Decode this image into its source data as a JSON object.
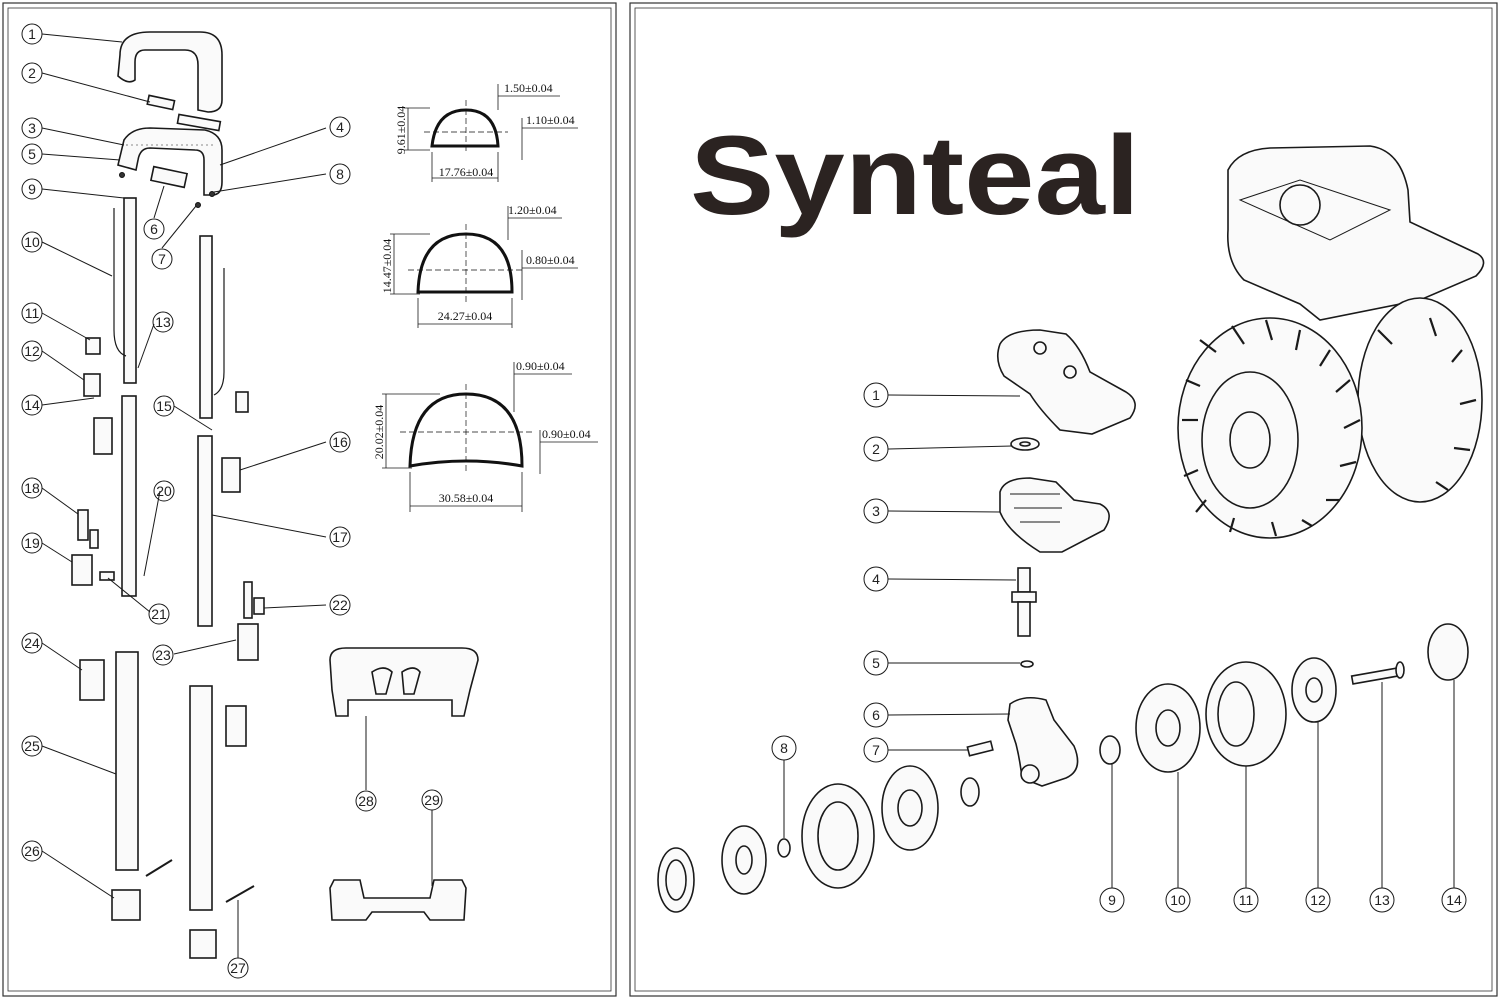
{
  "brand": {
    "name": "Synteal"
  },
  "left_panel": {
    "callouts": [
      {
        "label": "1"
      },
      {
        "label": "2"
      },
      {
        "label": "3"
      },
      {
        "label": "4"
      },
      {
        "label": "5"
      },
      {
        "label": "6"
      },
      {
        "label": "7"
      },
      {
        "label": "8"
      },
      {
        "label": "9"
      },
      {
        "label": "10"
      },
      {
        "label": "11"
      },
      {
        "label": "12"
      },
      {
        "label": "13"
      },
      {
        "label": "14"
      },
      {
        "label": "15"
      },
      {
        "label": "16"
      },
      {
        "label": "17"
      },
      {
        "label": "18"
      },
      {
        "label": "19"
      },
      {
        "label": "20"
      },
      {
        "label": "21"
      },
      {
        "label": "22"
      },
      {
        "label": "23"
      },
      {
        "label": "24"
      },
      {
        "label": "25"
      },
      {
        "label": "26"
      },
      {
        "label": "27"
      },
      {
        "label": "28"
      },
      {
        "label": "29"
      }
    ],
    "profiles": [
      {
        "height": "9.61±0.04",
        "width": "17.76±0.04",
        "wall_outer": "1.50±0.04",
        "wall_inner": "1.10±0.04"
      },
      {
        "height": "14.47±0.04",
        "width": "24.27±0.04",
        "wall_outer": "1.20±0.04",
        "wall_inner": "0.80±0.04"
      },
      {
        "height": "20.02±0.04",
        "width": "30.58±0.04",
        "wall_outer": "0.90±0.04",
        "wall_inner": "0.90±0.04"
      }
    ]
  },
  "right_panel": {
    "callouts": [
      {
        "label": "1"
      },
      {
        "label": "2"
      },
      {
        "label": "3"
      },
      {
        "label": "4"
      },
      {
        "label": "5"
      },
      {
        "label": "6"
      },
      {
        "label": "7"
      },
      {
        "label": "8"
      },
      {
        "label": "9"
      },
      {
        "label": "10"
      },
      {
        "label": "11"
      },
      {
        "label": "12"
      },
      {
        "label": "13"
      },
      {
        "label": "14"
      }
    ]
  }
}
